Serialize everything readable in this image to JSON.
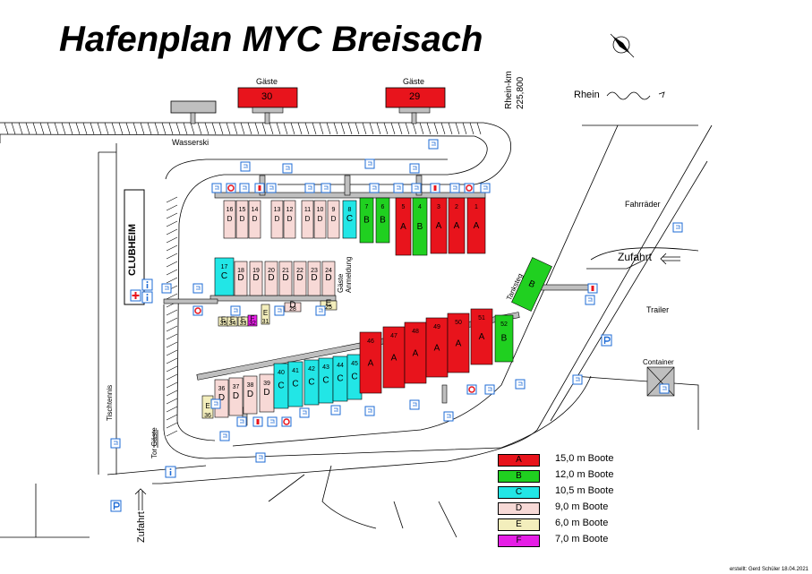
{
  "title": "Hafenplan MYC Breisach",
  "labels": {
    "gaeste_1": "Gäste",
    "gaeste_2": "Gäste",
    "berth_30": "30",
    "berth_29": "29",
    "wasserski": "Wasserski",
    "rhein_km": "Rhein-km",
    "rhein_km_value": "225,800",
    "rhein": "Rhein",
    "clubheim": "CLUBHEIM",
    "fahrraeder": "Fahrräder",
    "zufahrt_right": "Zufahrt",
    "trailer": "Trailer",
    "container": "Container",
    "tanksteg": "Tanksteg",
    "gaeste_anmeldung_1": "Gäste",
    "gaeste_anmeldung_2": "Anmeldung",
    "tischtennis": "Tischtennis",
    "tor_gaeste": "Tor Gäste",
    "zufahrt_left": "Zufahrt"
  },
  "colors": {
    "A": "#e8141c",
    "B": "#20d020",
    "C": "#22e6e6",
    "D": "#f7d9d6",
    "E": "#f3eebc",
    "F": "#e61ee6",
    "gaeste": "#e8141c"
  },
  "berths": [
    {
      "cat": "D",
      "num": "16"
    },
    {
      "cat": "D",
      "num": "15"
    },
    {
      "cat": "D",
      "num": "14"
    },
    {
      "cat": "D",
      "num": "13"
    },
    {
      "cat": "D",
      "num": "12"
    },
    {
      "cat": "D",
      "num": "11"
    },
    {
      "cat": "D",
      "num": "10"
    },
    {
      "cat": "D",
      "num": "9"
    },
    {
      "cat": "C",
      "num": "8"
    },
    {
      "cat": "B",
      "num": "7"
    },
    {
      "cat": "B",
      "num": "6"
    },
    {
      "cat": "A",
      "num": "5"
    },
    {
      "cat": "B",
      "num": "4"
    },
    {
      "cat": "A",
      "num": "3"
    },
    {
      "cat": "A",
      "num": "2"
    },
    {
      "cat": "A",
      "num": "1"
    },
    {
      "cat": "C",
      "num": "17"
    },
    {
      "cat": "D",
      "num": "18"
    },
    {
      "cat": "D",
      "num": "19"
    },
    {
      "cat": "D",
      "num": "20"
    },
    {
      "cat": "D",
      "num": "21"
    },
    {
      "cat": "D",
      "num": "22"
    },
    {
      "cat": "D",
      "num": "23"
    },
    {
      "cat": "D",
      "num": "24"
    },
    {
      "cat": "E",
      "num": "25"
    },
    {
      "cat": "D",
      "num": "28"
    },
    {
      "cat": "E",
      "num": "31"
    },
    {
      "cat": "E",
      "num": "35"
    },
    {
      "cat": "E",
      "num": "34"
    },
    {
      "cat": "E",
      "num": "33"
    },
    {
      "cat": "F",
      "num": "32"
    },
    {
      "cat": "E",
      "num": "36"
    },
    {
      "cat": "D",
      "num": "36"
    },
    {
      "cat": "D",
      "num": "37"
    },
    {
      "cat": "D",
      "num": "38"
    },
    {
      "cat": "D",
      "num": "39"
    },
    {
      "cat": "C",
      "num": "40"
    },
    {
      "cat": "C",
      "num": "41"
    },
    {
      "cat": "C",
      "num": "42"
    },
    {
      "cat": "C",
      "num": "43"
    },
    {
      "cat": "C",
      "num": "44"
    },
    {
      "cat": "C",
      "num": "45"
    },
    {
      "cat": "A",
      "num": "46"
    },
    {
      "cat": "A",
      "num": "47"
    },
    {
      "cat": "A",
      "num": "48"
    },
    {
      "cat": "A",
      "num": "49"
    },
    {
      "cat": "A",
      "num": "50"
    },
    {
      "cat": "A",
      "num": "51"
    },
    {
      "cat": "B",
      "num": "52"
    },
    {
      "cat": "B",
      "num": ""
    }
  ],
  "legend": [
    {
      "cat": "A",
      "text": "15,0 m Boote"
    },
    {
      "cat": "B",
      "text": "12,0 m Boote"
    },
    {
      "cat": "C",
      "text": "10,5 m Boote"
    },
    {
      "cat": "D",
      "text": "9,0 m Boote"
    },
    {
      "cat": "E",
      "text": "6,0 m Boote"
    },
    {
      "cat": "F",
      "text": "7,0 m Boote"
    }
  ],
  "icons": [
    "compass-icon",
    "first-aid-icon",
    "info-icon",
    "parking-icon",
    "electricity-icon",
    "fire-extinguisher-icon",
    "lifebuoy-icon"
  ],
  "credit": "erstellt: Gerd Schüler 18.04.2021"
}
